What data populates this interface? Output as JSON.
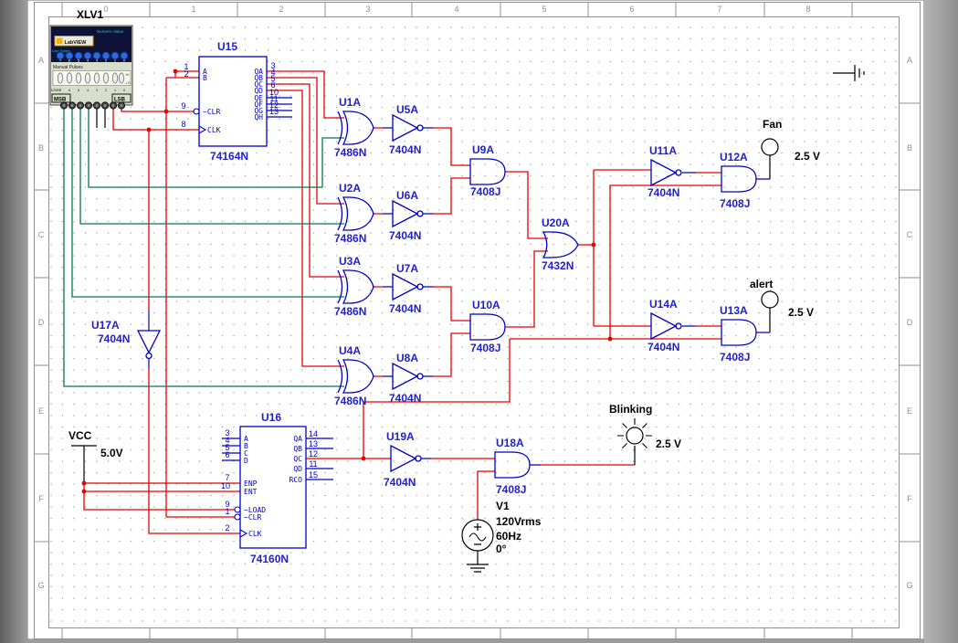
{
  "ruler": {
    "columns": [
      "0",
      "1",
      "2",
      "3",
      "4",
      "5",
      "6",
      "7",
      "8"
    ],
    "rows": [
      "A",
      "B",
      "C",
      "D",
      "E",
      "F",
      "G"
    ]
  },
  "instrument": {
    "title": "XLV1",
    "logo": "LabVIEW",
    "header_note": "Numeric Value",
    "side_note": "Line States",
    "manual_pulses": "Manual Pulses",
    "digits": [
      "7",
      "6",
      "5",
      "4",
      "3",
      "2",
      "1",
      "0"
    ],
    "lines_label": "Lines",
    "hi": "HI",
    "lo": "LO",
    "msb": "MSB",
    "lsb": "LSB"
  },
  "u15": {
    "ref": "U15",
    "part": "74164N",
    "in_labels": [
      "A",
      "B",
      "~CLR",
      "CLK"
    ],
    "in_nums": [
      "1",
      "2",
      "9",
      "8"
    ],
    "out_labels": [
      "QA",
      "QB",
      "QC",
      "QD",
      "QE",
      "QF",
      "QG",
      "QH"
    ],
    "out_nums": [
      "3",
      "4",
      "5",
      "6",
      "10",
      "11",
      "12",
      "13"
    ]
  },
  "u16": {
    "ref": "U16",
    "part": "74160N",
    "in_labels": [
      "A",
      "B",
      "C",
      "D",
      "ENP",
      "ENT",
      "~LOAD",
      "~CLR",
      "CLK"
    ],
    "in_nums": [
      "3",
      "4",
      "5",
      "6",
      "7",
      "10",
      "9",
      "1",
      "2"
    ],
    "out_labels": [
      "QA",
      "QB",
      "QC",
      "QD",
      "RCO"
    ],
    "out_nums": [
      "14",
      "13",
      "12",
      "11",
      "15"
    ]
  },
  "gates": {
    "u1a": {
      "ref": "U1A",
      "part": "7486N"
    },
    "u2a": {
      "ref": "U2A",
      "part": "7486N"
    },
    "u3a": {
      "ref": "U3A",
      "part": "7486N"
    },
    "u4a": {
      "ref": "U4A",
      "part": "7486N"
    },
    "u5a": {
      "ref": "U5A",
      "part": "7404N"
    },
    "u6a": {
      "ref": "U6A",
      "part": "7404N"
    },
    "u7a": {
      "ref": "U7A",
      "part": "7404N"
    },
    "u8a": {
      "ref": "U8A",
      "part": "7404N"
    },
    "u9a": {
      "ref": "U9A",
      "part": "7408J"
    },
    "u10a": {
      "ref": "U10A",
      "part": "7408J"
    },
    "u11a": {
      "ref": "U11A",
      "part": "7404N"
    },
    "u12a": {
      "ref": "U12A",
      "part": "7408J"
    },
    "u13a": {
      "ref": "U13A",
      "part": "7408J"
    },
    "u14a": {
      "ref": "U14A",
      "part": "7404N"
    },
    "u17a": {
      "ref": "U17A",
      "part": "7404N"
    },
    "u18a": {
      "ref": "U18A",
      "part": "7408J"
    },
    "u19a": {
      "ref": "U19A",
      "part": "7404N"
    },
    "u20a": {
      "ref": "U20A",
      "part": "7432N"
    }
  },
  "power": {
    "vcc": "VCC",
    "vcc_value": "5.0V"
  },
  "v1": {
    "ref": "V1",
    "rms": "120Vrms",
    "freq": "60Hz",
    "phase": "0°"
  },
  "probes": {
    "fan": {
      "label": "Fan",
      "value": "2.5 V"
    },
    "alert": {
      "label": "alert",
      "value": "2.5 V"
    },
    "blinking": {
      "label": "Blinking",
      "value": "2.5 V"
    }
  },
  "colors": {
    "wire_red": "#e80000",
    "wire_green": "#007a4d",
    "wire_blue": "#0000c8",
    "component_blue": "#2121cc"
  }
}
